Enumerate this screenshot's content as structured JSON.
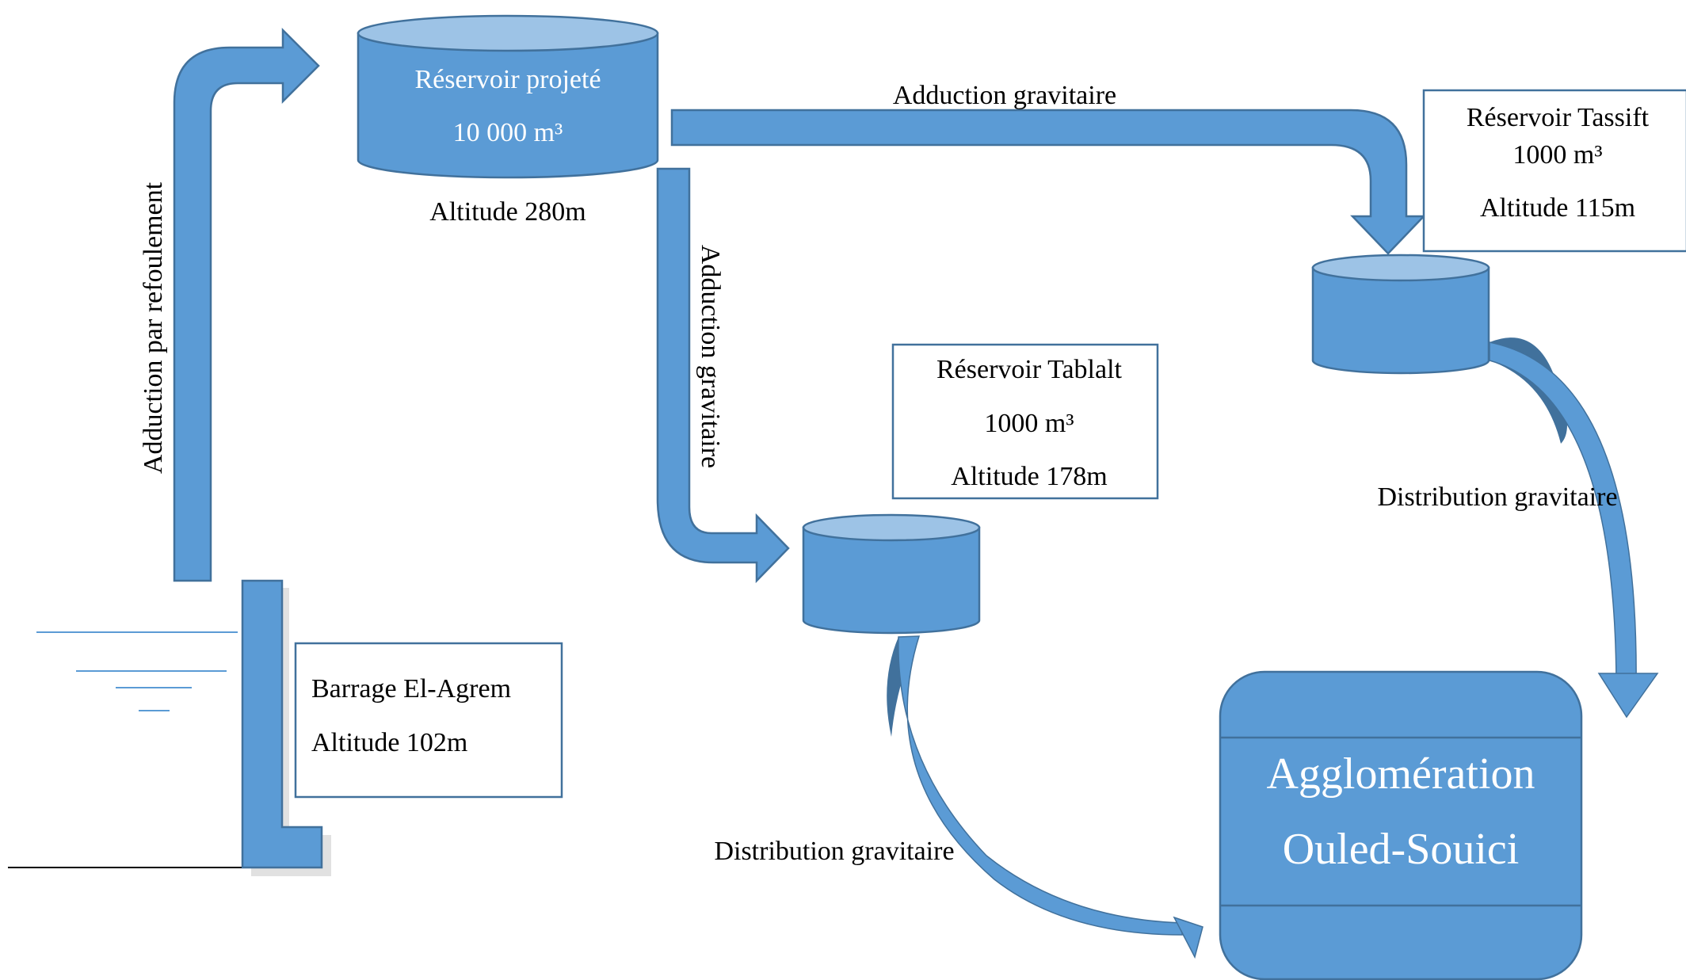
{
  "colors": {
    "fill": "#5b9bd5",
    "fill_light": "#9dc3e6",
    "stroke": "#41719c"
  },
  "projected_reservoir": {
    "name": "Réservoir projeté",
    "volume": "10 000 m³",
    "altitude": "Altitude 280m"
  },
  "tassift": {
    "name": "Réservoir Tassift",
    "volume": "1000 m³",
    "altitude": "Altitude 115m"
  },
  "tablalt": {
    "name": "Réservoir Tablalt",
    "volume": "1000 m³",
    "altitude": "Altitude 178m"
  },
  "dam": {
    "name": "Barrage El-Agrem",
    "altitude": "Altitude 102m"
  },
  "agglomeration": {
    "line1": "Agglomération",
    "line2": "Ouled-Souici"
  },
  "flows": {
    "pumping": "Adduction par refoulement",
    "gravity_to_tassift": "Adduction gravitaire",
    "gravity_to_tablalt": "Adduction gravitaire",
    "distribution_tassift": "Distribution gravitaire",
    "distribution_tablalt": "Distribution gravitaire"
  }
}
